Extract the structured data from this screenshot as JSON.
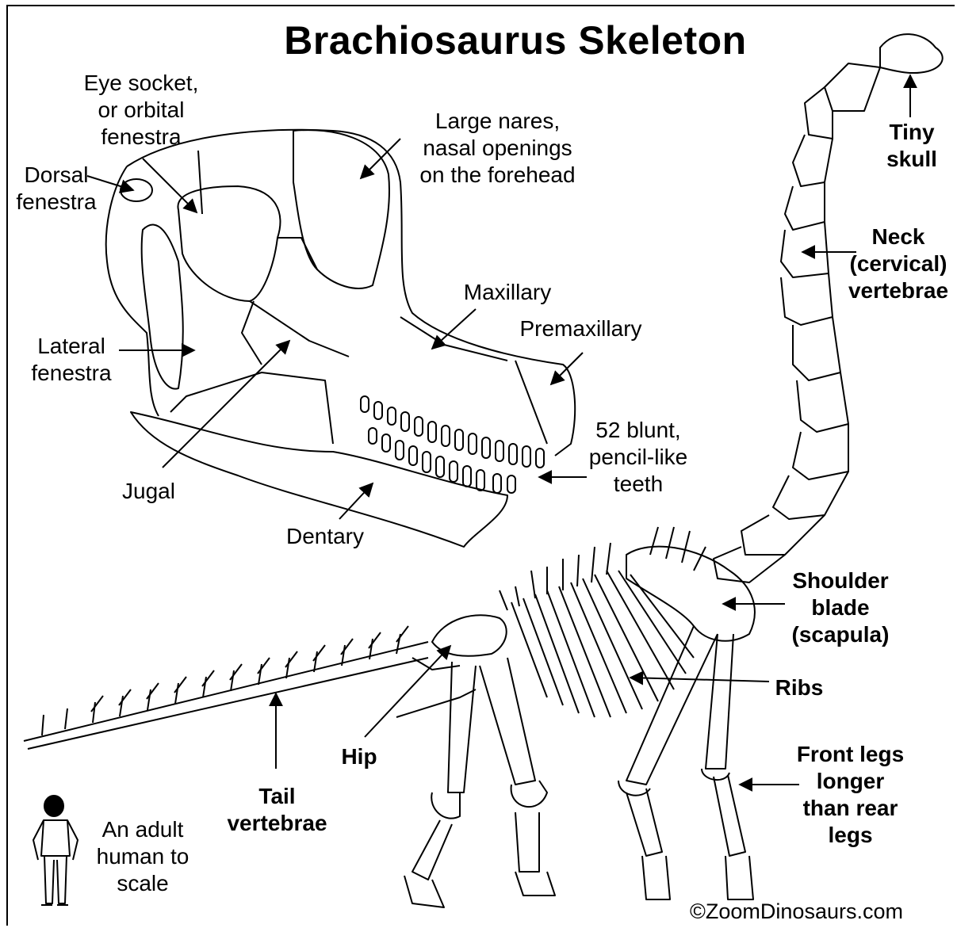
{
  "title": "Brachiosaurus Skeleton",
  "labels": {
    "eye_socket": "Eye socket,\nor orbital\nfenestra",
    "dorsal_fenestra": "Dorsal\nfenestra",
    "large_nares": "Large nares,\nnasal openings\non the forehead",
    "maxillary": "Maxillary",
    "premaxillary": "Premaxillary",
    "lateral_fenestra": "Lateral\nfenestra",
    "teeth": "52 blunt,\npencil-like\nteeth",
    "jugal": "Jugal",
    "dentary": "Dentary",
    "tiny_skull": "Tiny\nskull",
    "neck": "Neck\n(cervical)\nvertebrae",
    "shoulder_blade": "Shoulder\nblade\n(scapula)",
    "ribs": "Ribs",
    "hip": "Hip",
    "tail_vertebrae": "Tail\nvertebrae",
    "front_legs": "Front legs\nlonger\nthan rear\nlegs",
    "human_scale": "An adult\nhuman to\nscale"
  },
  "copyright": "©ZoomDinosaurs.com",
  "colors": {
    "line": "#000000",
    "background": "#ffffff"
  }
}
